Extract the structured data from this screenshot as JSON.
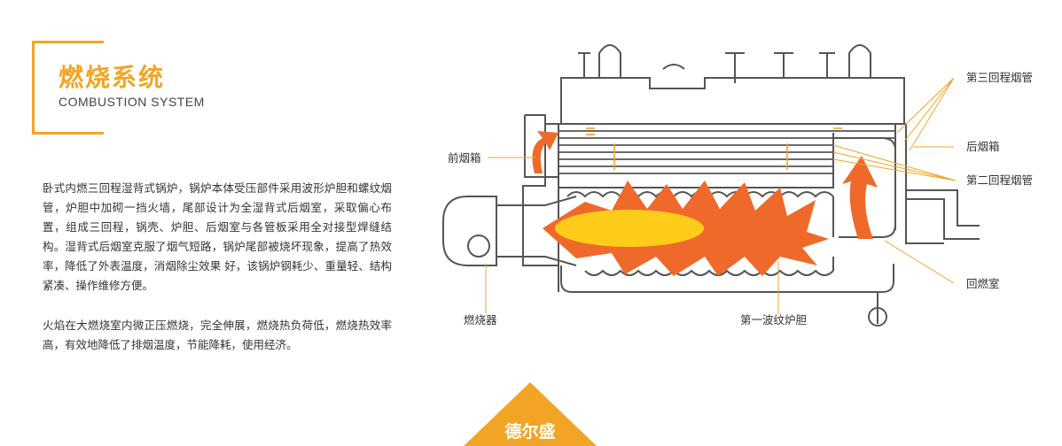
{
  "heading": {
    "cn": "燃烧系统",
    "en": "COMBUSTION SYSTEM"
  },
  "paragraphs": [
    "卧式内燃三回程湿背式锅炉，锅炉本体受压部件采用波形炉胆和螺纹烟管，炉胆中加砌一挡火墙，尾部设计为全湿背式后烟室，采取偏心布置，组成三回程，锅壳、炉胆、后烟室与各管板采用全对接型焊缝结构。湿背式后烟室克服了烟气短路，锅炉尾部被烧坏现象，提高了热效率，降低了外表温度，消烟除尘效果 好，该锅炉钢耗少、重量轻、结构紧凑、操作维修方便。",
    "火焰在大燃烧室内微正压燃烧，完全伸展，燃烧热负荷低，燃烧热效率高，有效地降低了排烟温度，节能降耗，使用经济。"
  ],
  "labels": {
    "front_smoke_box": "前烟箱",
    "burner": "燃烧器",
    "third_pass_tube": "第三回程烟管",
    "rear_smoke_box": "后烟箱",
    "second_pass_tube": "第二回程烟管",
    "reversal_chamber": "回燃室",
    "first_pass_furnace": "第一波纹炉胆"
  },
  "brand": "德尔盛",
  "colors": {
    "accent": "#f2a524",
    "flame": "#ef6a2a",
    "flame_core": "#ffcc1a",
    "line": "#555555"
  }
}
